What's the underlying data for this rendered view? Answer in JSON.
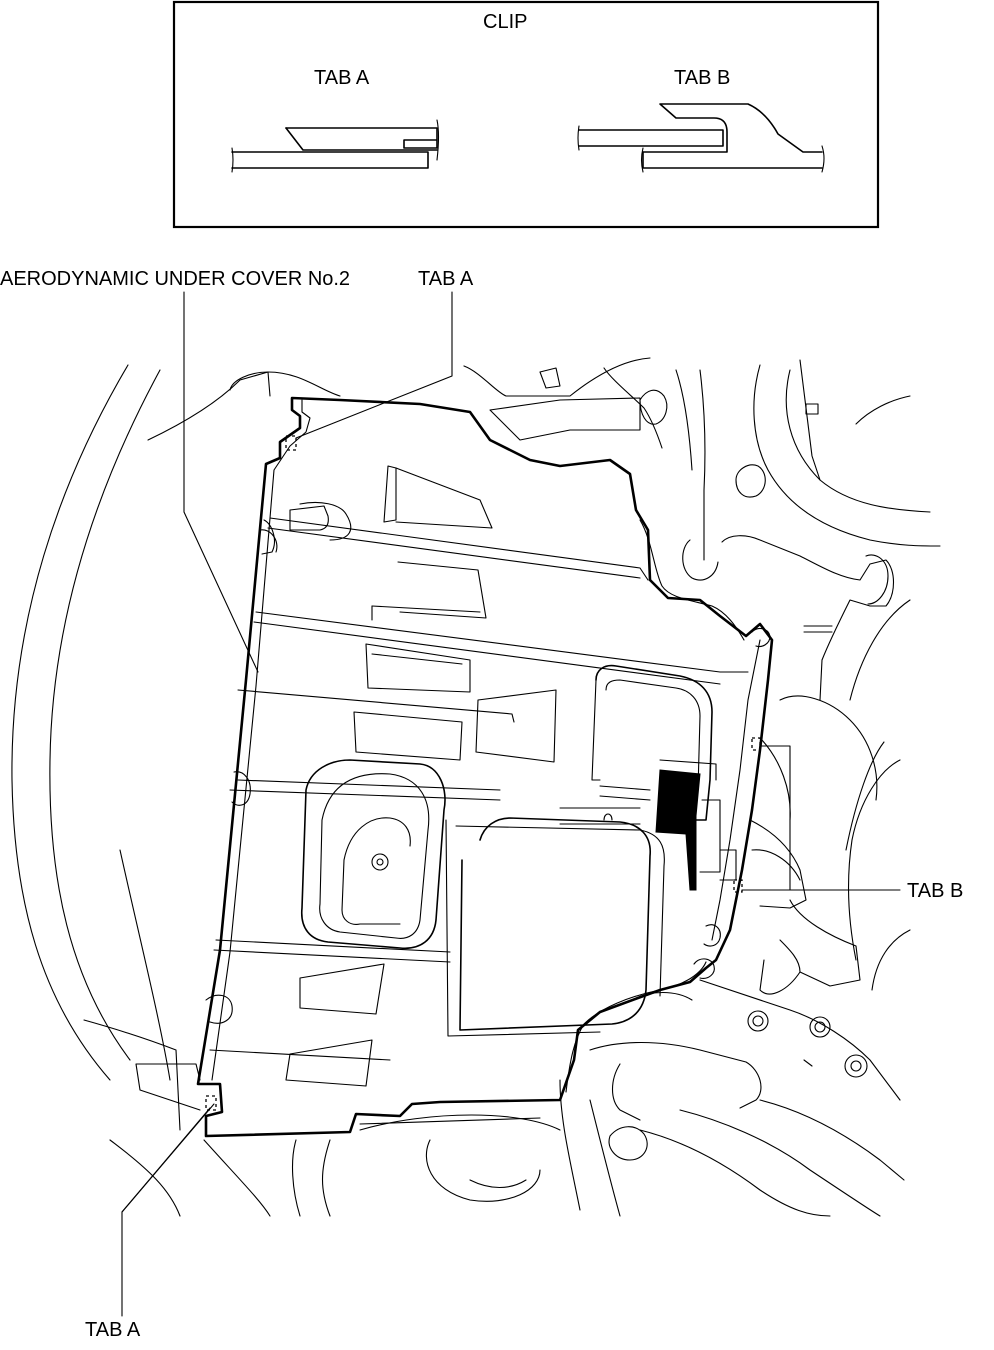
{
  "clip_box": {
    "title": "CLIP",
    "tab_a_label": "TAB A",
    "tab_b_label": "TAB B"
  },
  "callouts": {
    "cover": "AERODYNAMIC UNDER COVER No.2",
    "tab_a_top": "TAB A",
    "tab_b_right": "TAB B",
    "tab_a_bottom": "TAB A"
  }
}
